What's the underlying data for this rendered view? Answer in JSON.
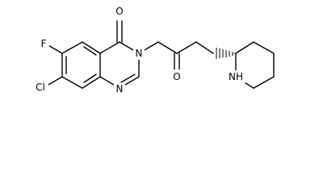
{
  "molecule": {
    "atom_labels": {
      "carbonyl_oxygen": "O",
      "ketone_oxygen": "O",
      "ring_nitrogen_3": "N",
      "ring_nitrogen_1": "N",
      "piperidine_nh": "NH",
      "fluorine": "F",
      "chlorine": "Cl"
    }
  },
  "colors": {
    "ink": "#000000",
    "background": "#ffffff"
  }
}
